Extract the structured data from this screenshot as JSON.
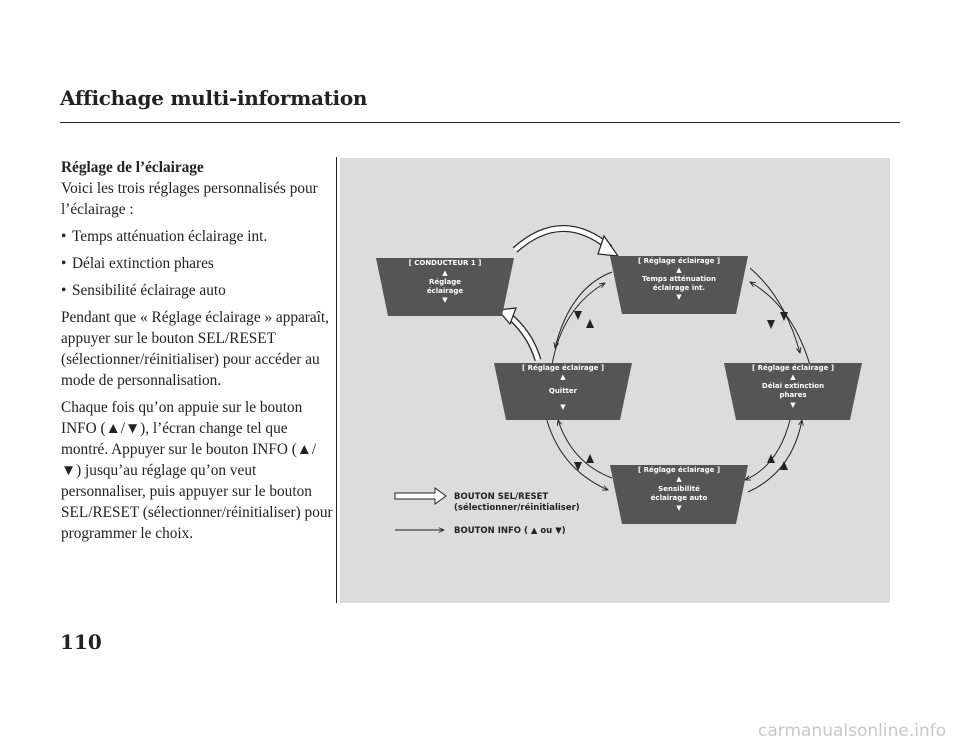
{
  "header": {
    "title": "Affichage multi-information"
  },
  "section": {
    "title": "Réglage de l’éclairage",
    "intro": "Voici les trois réglages personnalisés pour l’éclairage :",
    "bullets": [
      "Temps atténuation éclairage int.",
      "Délai extinction phares",
      "Sensibilité éclairage auto"
    ],
    "para1": "Pendant que « Réglage éclairage » apparaît, appuyer sur le bouton SEL/RESET (sélectionner/réinitialiser) pour accéder au mode de personnalisation.",
    "para2_a": "Chaque fois qu’on appuie sur le bouton INFO (",
    "para2_b": "), l’écran change tel que montré. Appuyer sur le bouton INFO (",
    "para2_c": ") jusqu’au réglage qu’on veut personnaliser, puis appuyer sur le bouton SEL/RESET (sélectionner/réinitialiser) pour programmer le choix."
  },
  "diagram": {
    "screen_driver": {
      "title": "[ CONDUCTEUR 1 ]",
      "line1": "Réglage",
      "line2": "éclairage"
    },
    "screen_dim": {
      "title": "[ Réglage éclairage ]",
      "line1": "Temps atténuation",
      "line2": "éclairage int."
    },
    "screen_quit": {
      "title": "[ Réglage éclairage ]",
      "line1": "Quitter"
    },
    "screen_delay": {
      "title": "[ Réglage éclairage ]",
      "line1": "Délai extinction",
      "line2": "phares"
    },
    "screen_sens": {
      "title": "[ Réglage éclairage ]",
      "line1": "Sensibilité",
      "line2": "éclairage auto"
    },
    "legend": {
      "sel_label": "BOUTON SEL/RESET",
      "sel_sub": "(sélectionner/réinitialiser)",
      "info_label_a": "BOUTON INFO (",
      "info_label_or": "ou",
      "info_label_b": ")"
    },
    "colors": {
      "screen": "#555555",
      "background": "#dcdcdc",
      "arrow": "#222222"
    }
  },
  "page_number": "110",
  "watermark": "carmanualsonline.info"
}
